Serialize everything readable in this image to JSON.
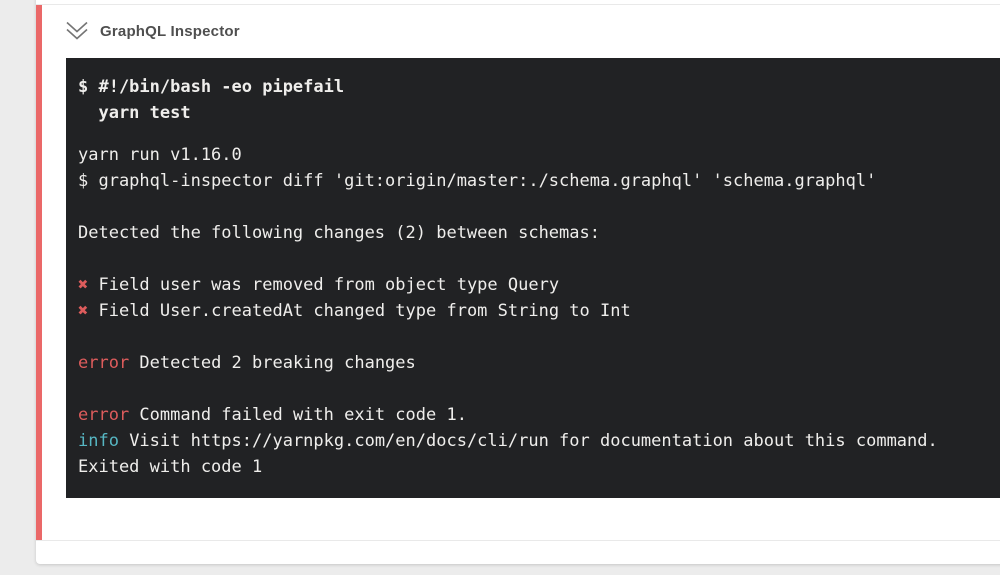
{
  "header": {
    "title": "GraphQL Inspector",
    "collapse_icon": "double-chevron-down-icon"
  },
  "colors": {
    "page_background": "#ececec",
    "card_background": "#ffffff",
    "accent_stripe": "#ea6868",
    "divider": "#e9e9e9",
    "header_text": "#4f4f4f",
    "terminal_background": "#212224",
    "terminal_text": "#efeeec",
    "terminal_error": "#dd5c5c",
    "terminal_info": "#56b6c2"
  },
  "terminal": {
    "lines": [
      {
        "bold": true,
        "segments": [
          {
            "kind": "plain",
            "text": "$ #!/bin/bash -eo pipefail"
          }
        ]
      },
      {
        "bold": true,
        "segments": [
          {
            "kind": "plain",
            "text": "  yarn test"
          }
        ]
      },
      {
        "spacer": 16
      },
      {
        "segments": [
          {
            "kind": "plain",
            "text": "yarn run v1.16.0"
          }
        ]
      },
      {
        "segments": [
          {
            "kind": "plain",
            "text": "$ graphql-inspector diff 'git:origin/master:./schema.graphql' 'schema.graphql'"
          }
        ]
      },
      {
        "segments": []
      },
      {
        "segments": [
          {
            "kind": "plain",
            "text": "Detected the following changes (2) between schemas:"
          }
        ]
      },
      {
        "segments": []
      },
      {
        "segments": [
          {
            "kind": "error",
            "text": "✖"
          },
          {
            "kind": "plain",
            "text": " Field user was removed from object type Query"
          }
        ]
      },
      {
        "segments": [
          {
            "kind": "error",
            "text": "✖"
          },
          {
            "kind": "plain",
            "text": " Field User.createdAt changed type from String to Int"
          }
        ]
      },
      {
        "segments": []
      },
      {
        "segments": [
          {
            "kind": "error",
            "text": "error"
          },
          {
            "kind": "plain",
            "text": " Detected 2 breaking changes"
          }
        ]
      },
      {
        "segments": []
      },
      {
        "segments": [
          {
            "kind": "error",
            "text": "error"
          },
          {
            "kind": "plain",
            "text": " Command failed with exit code 1."
          }
        ]
      },
      {
        "segments": [
          {
            "kind": "info",
            "text": "info"
          },
          {
            "kind": "plain",
            "text": " Visit https://yarnpkg.com/en/docs/cli/run for documentation about this command."
          }
        ]
      },
      {
        "segments": [
          {
            "kind": "plain",
            "text": "Exited with code 1"
          }
        ]
      }
    ]
  }
}
